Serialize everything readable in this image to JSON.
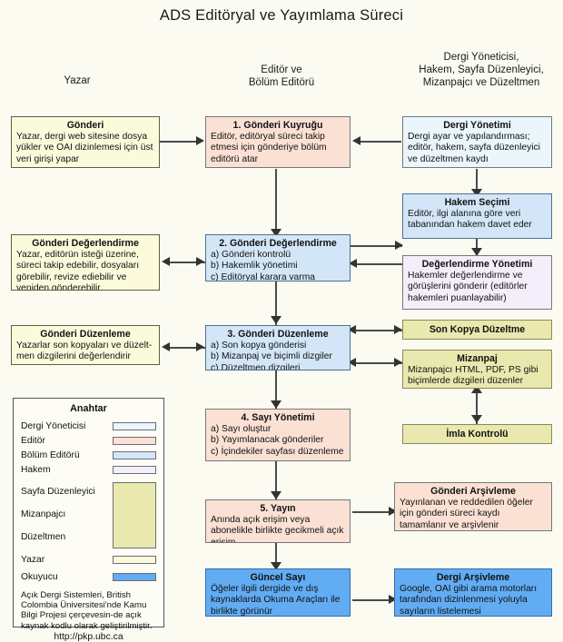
{
  "title": "ADS Editöryal ve Yayımlama Süreci",
  "columns": [
    {
      "name": "author-column-header",
      "label": "Yazar"
    },
    {
      "name": "editor-column-header",
      "label": "Editör ve\nBölüm Editörü"
    },
    {
      "name": "staff-column-header",
      "label": "Dergi Yöneticisi,\nHakem, Sayfa Düzenleyici,\nMizanpajcı ve Düzeltmen"
    }
  ],
  "boxes": {
    "gonderi": {
      "title": "Gönderi",
      "body": "Yazar, dergi web sitesine dosya yükler ve OAI dizinlemesi için üst veri girişi yapar",
      "role": "Yazar",
      "color": "#fbfbdc"
    },
    "gonderi_kuyrugu": {
      "title": "1. Gönderi Kuyruğu",
      "body": "Editör, editöryal süreci takip etmesi için gönderiye bölüm editörü atar",
      "role": "Editör",
      "color": "#fae1d4"
    },
    "dergi_yonetimi": {
      "title": "Dergi Yönetimi",
      "body": "Dergi ayar ve yapılandırması; editör, hakem, sayfa düzenleyici ve düzeltmen kaydı",
      "role": "Dergi Yöneticisi",
      "color": "#eaf6fb"
    },
    "gonderi_degerlendirme_yazar": {
      "title": "Gönderi Değerlendirme",
      "body": "Yazar, editörün isteği üzerine, süreci takip edebilir, dosyaları görebilir, revize ediebilir ve yeniden gönderebilir",
      "role": "Yazar",
      "color": "#fbfbdc"
    },
    "gonderi_degerlendirme": {
      "title": "2. Gönderi Değerlendirme",
      "body": "a) Gönderi kontrolü\nb) Hakemlik yönetimi\nc) Editöryal karara varma",
      "role": "Bölüm Editörü",
      "color": "#d3e6f7"
    },
    "hakem_secimi": {
      "title": "Hakem Seçimi",
      "body": "Editör, ilgi alanına göre veri tabanından hakem davet eder",
      "role": "Bölüm Editörü",
      "color": "#d3e6f7"
    },
    "degerlendirme_yonetimi": {
      "title": "Değerlendirme Yönetimi",
      "body": "Hakemler değerlendirme ve görüşlerini gönderir (editörler hakemleri puanlayabilir)",
      "role": "Hakem",
      "color": "#f3eefa"
    },
    "gonderi_duzenleme_yazar": {
      "title": "Gönderi Düzenleme",
      "body": "Yazarlar son kopyaları ve düzelt-men dizgilerini değerlendirir",
      "role": "Yazar",
      "color": "#fbfbdc"
    },
    "gonderi_duzenleme": {
      "title": "3. Gönderi Düzenleme",
      "body": "a) Son kopya gönderisi\nb) Mizanpaj ve biçimli dizgiler\nc) Düzeltmen dizgileri",
      "role": "Bölüm Editörü",
      "color": "#d3e6f7"
    },
    "son_kopya_duzeltme": {
      "title": "Son Kopya Düzeltme",
      "body": "",
      "role": "Sayfa Düzenleyici",
      "color": "#e9e9af"
    },
    "mizanpaj": {
      "title": "Mizanpaj",
      "body": "Mizanpajcı HTML, PDF, PS gibi biçimlerde dizgileri düzenler",
      "role": "Mizanpajcı",
      "color": "#e9e9af"
    },
    "imla_kontrolu": {
      "title": "İmla Kontrolü",
      "body": "",
      "role": "Düzeltmen",
      "color": "#e9e9af"
    },
    "sayi_yonetimi": {
      "title": "4. Sayı Yönetimi",
      "body": "a) Sayı oluştur\nb) Yayımlanacak gönderiler\nc) İçindekiler sayfası düzenleme",
      "role": "Editör",
      "color": "#fae1d4"
    },
    "yayin": {
      "title": "5. Yayın",
      "body": "Anında açık erişim veya abonelikle birlikte gecikmeli açık erişim",
      "role": "Editör",
      "color": "#fae1d4"
    },
    "gonderi_arsivleme": {
      "title": "Gönderi Arşivleme",
      "body": "Yayınlanan ve reddedilen öğeler için gönderi süreci kaydı tamamlanır ve arşivlenir",
      "role": "Editör",
      "color": "#fae1d4"
    },
    "guncel_sayi": {
      "title": "Güncel Sayı",
      "body": "Öğeler  ilgili dergide ve dış kaynaklarda  Okuma Araçları ile birlikte  görünür",
      "role": "Okuyucu",
      "color": "#62acf4"
    },
    "dergi_arsivleme": {
      "title": "Dergi Arşivleme",
      "body": "Google, OAI gibi arama motorları tarafından  dizinlenmesi yoluyla sayıların listelemesi",
      "role": "Okuyucu",
      "color": "#62acf4"
    }
  },
  "legend": {
    "title": "Anahtar",
    "items": [
      {
        "label": "Dergi Yöneticisi",
        "color": "#eaf6fb"
      },
      {
        "label": "Editör",
        "color": "#fae1d4"
      },
      {
        "label": "Bölüm Editörü",
        "color": "#d3e6f7"
      },
      {
        "label": "Hakem",
        "color": "#f3eefa"
      }
    ],
    "group": {
      "labels": [
        "Sayfa Düzenleyici",
        "Mizanpajcı",
        "Düzeltmen"
      ],
      "color": "#e9e9af"
    },
    "items_tail": [
      {
        "label": "Yazar",
        "color": "#fbfbdc"
      },
      {
        "label": "Okuyucu",
        "color": "#62acf4"
      }
    ],
    "note": "Açık Dergi Sistemleri, British Colombia Üniversitesi'nde Kamu Bilgi Projesi çerçevesin-de açık kaynak kodlu olarak geliştirilmiştir.",
    "url": "http://pkp.ubc.ca"
  }
}
